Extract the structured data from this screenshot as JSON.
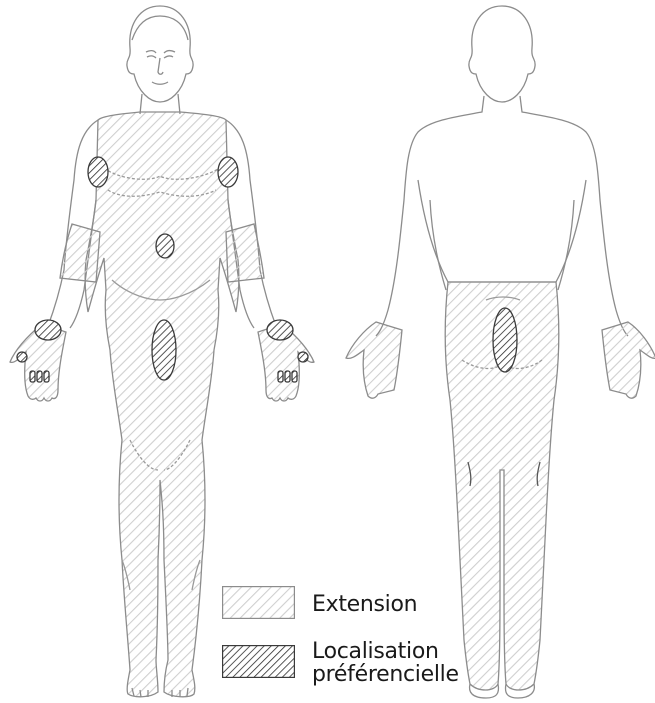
{
  "legend": {
    "items": [
      {
        "label_line1": "Extension",
        "label_line2": "",
        "pattern": "light-hatch"
      },
      {
        "label_line1": "Localisation",
        "label_line2": "préférencielle",
        "pattern": "dark-hatch"
      }
    ]
  },
  "colors": {
    "outline": "#8c8c8c",
    "light_hatch": "#cfcfcf",
    "dark_hatch": "#2b2b2b",
    "background": "#ffffff"
  },
  "figures": [
    "front-view-body",
    "back-view-body"
  ]
}
